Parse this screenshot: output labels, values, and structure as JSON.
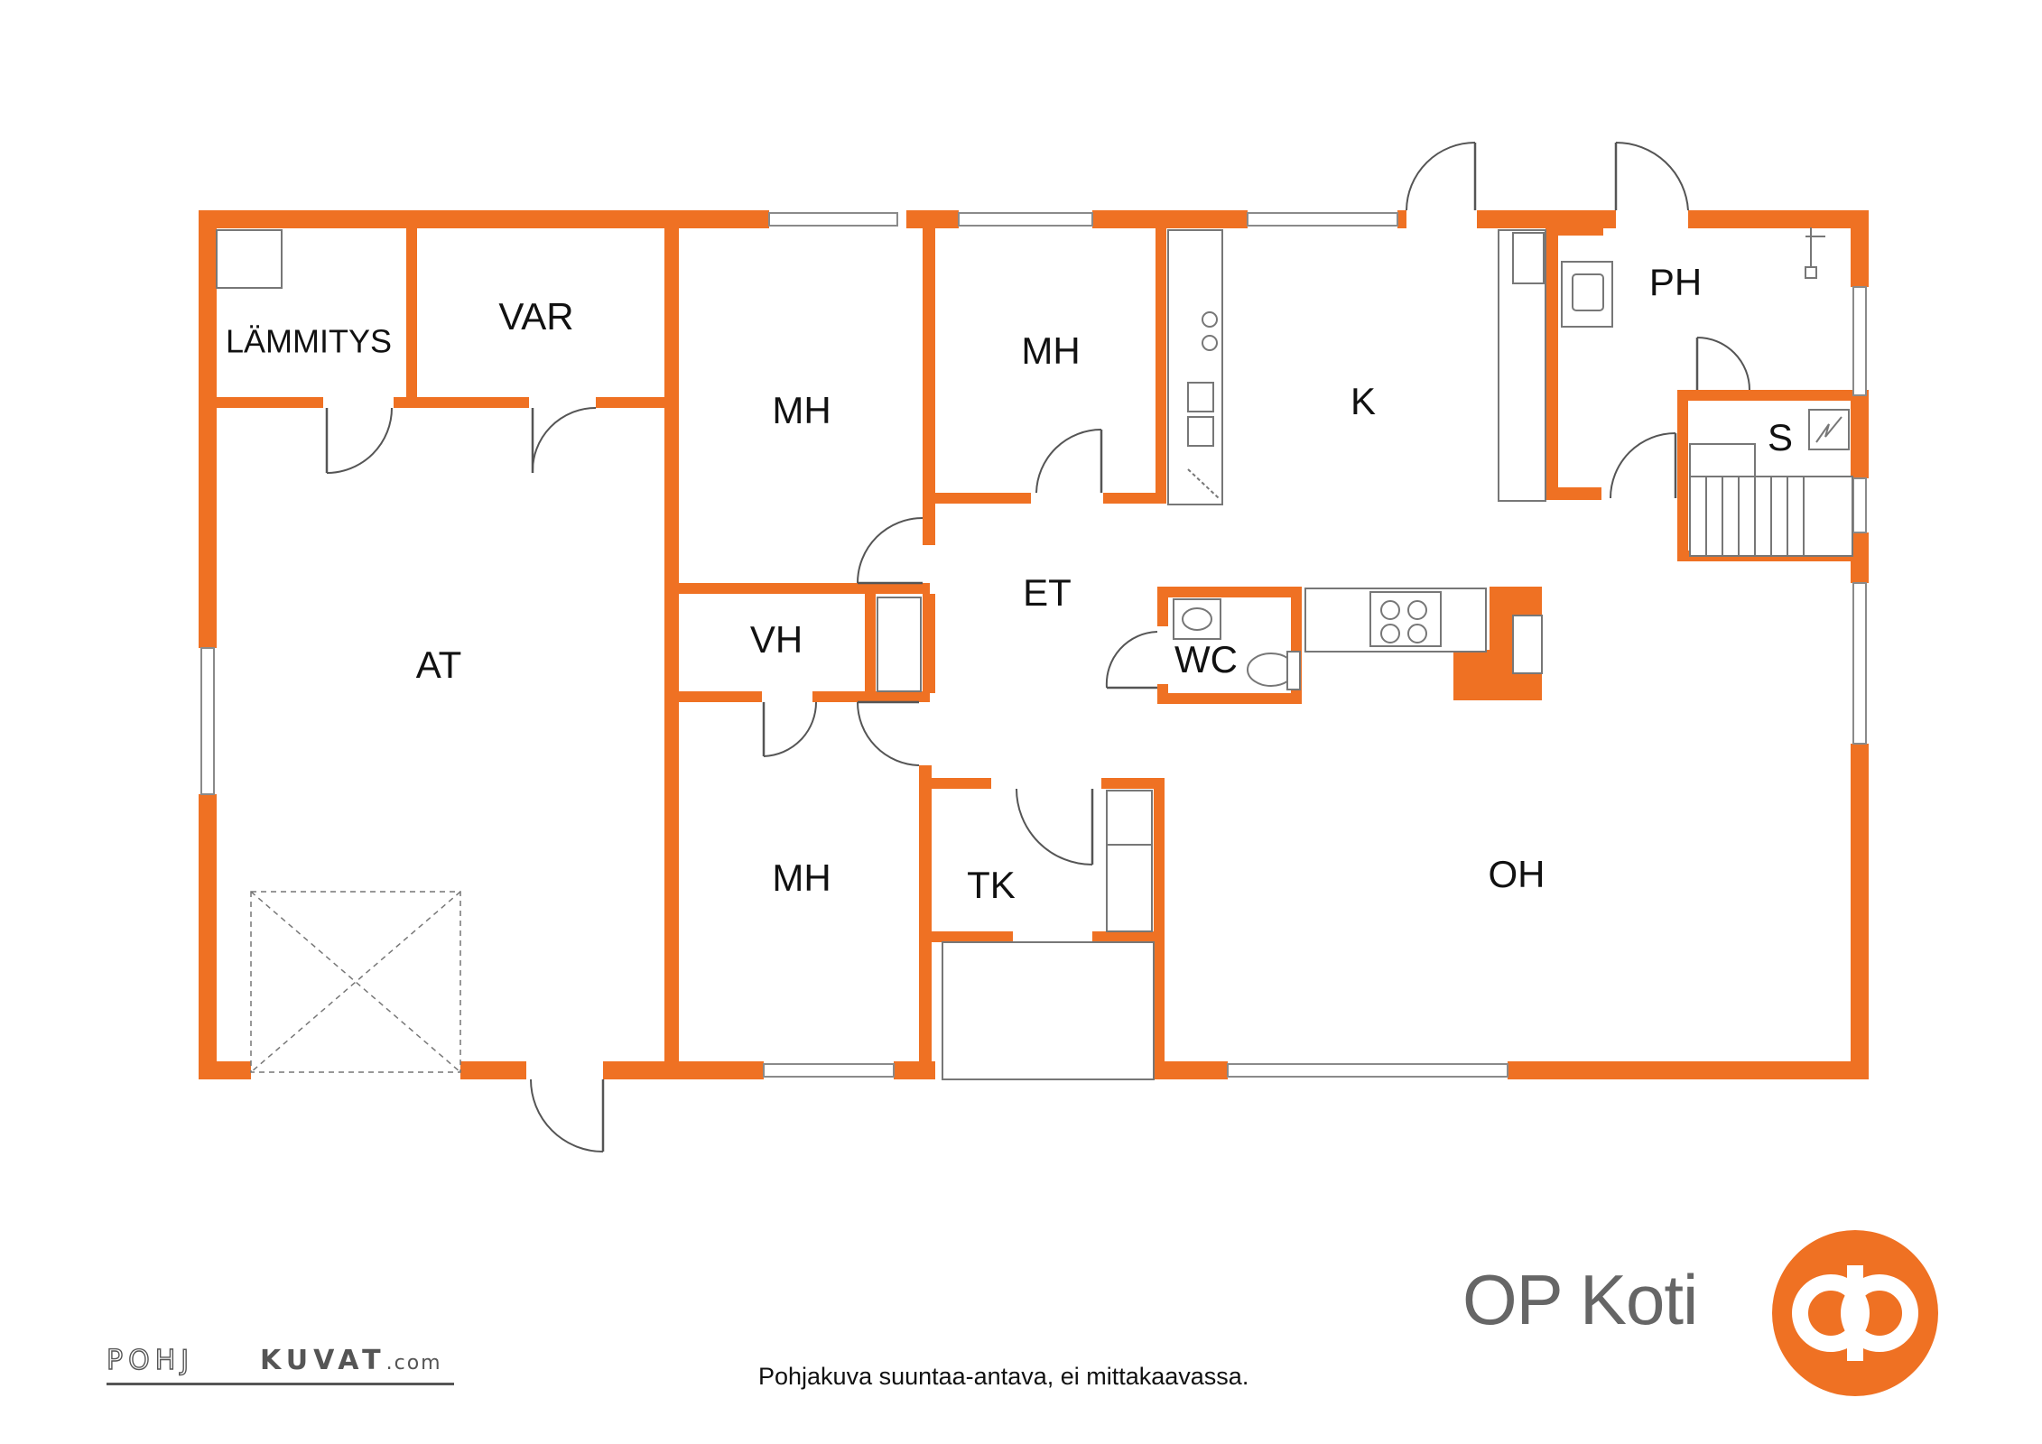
{
  "rooms": {
    "lammitys": "LÄMMITYS",
    "var": "VAR",
    "mh_1": "MH",
    "mh_2": "MH",
    "k": "K",
    "ph": "PH",
    "s": "S",
    "at": "AT",
    "vh": "VH",
    "et": "ET",
    "wc": "WC",
    "mh_3": "MH",
    "tk": "TK",
    "oh": "OH"
  },
  "brand": {
    "name": "OP Koti",
    "logo_icon": "op-logo-icon"
  },
  "disclaimer": "Pohjakuva suuntaa-antava, ei mittakaavassa.",
  "credit": {
    "left": "POHJ",
    "right": "KUVAT",
    "suffix": ".com"
  },
  "colors": {
    "wall": "#EF7123",
    "logo": "#EF7123",
    "brand_text": "#666666"
  }
}
